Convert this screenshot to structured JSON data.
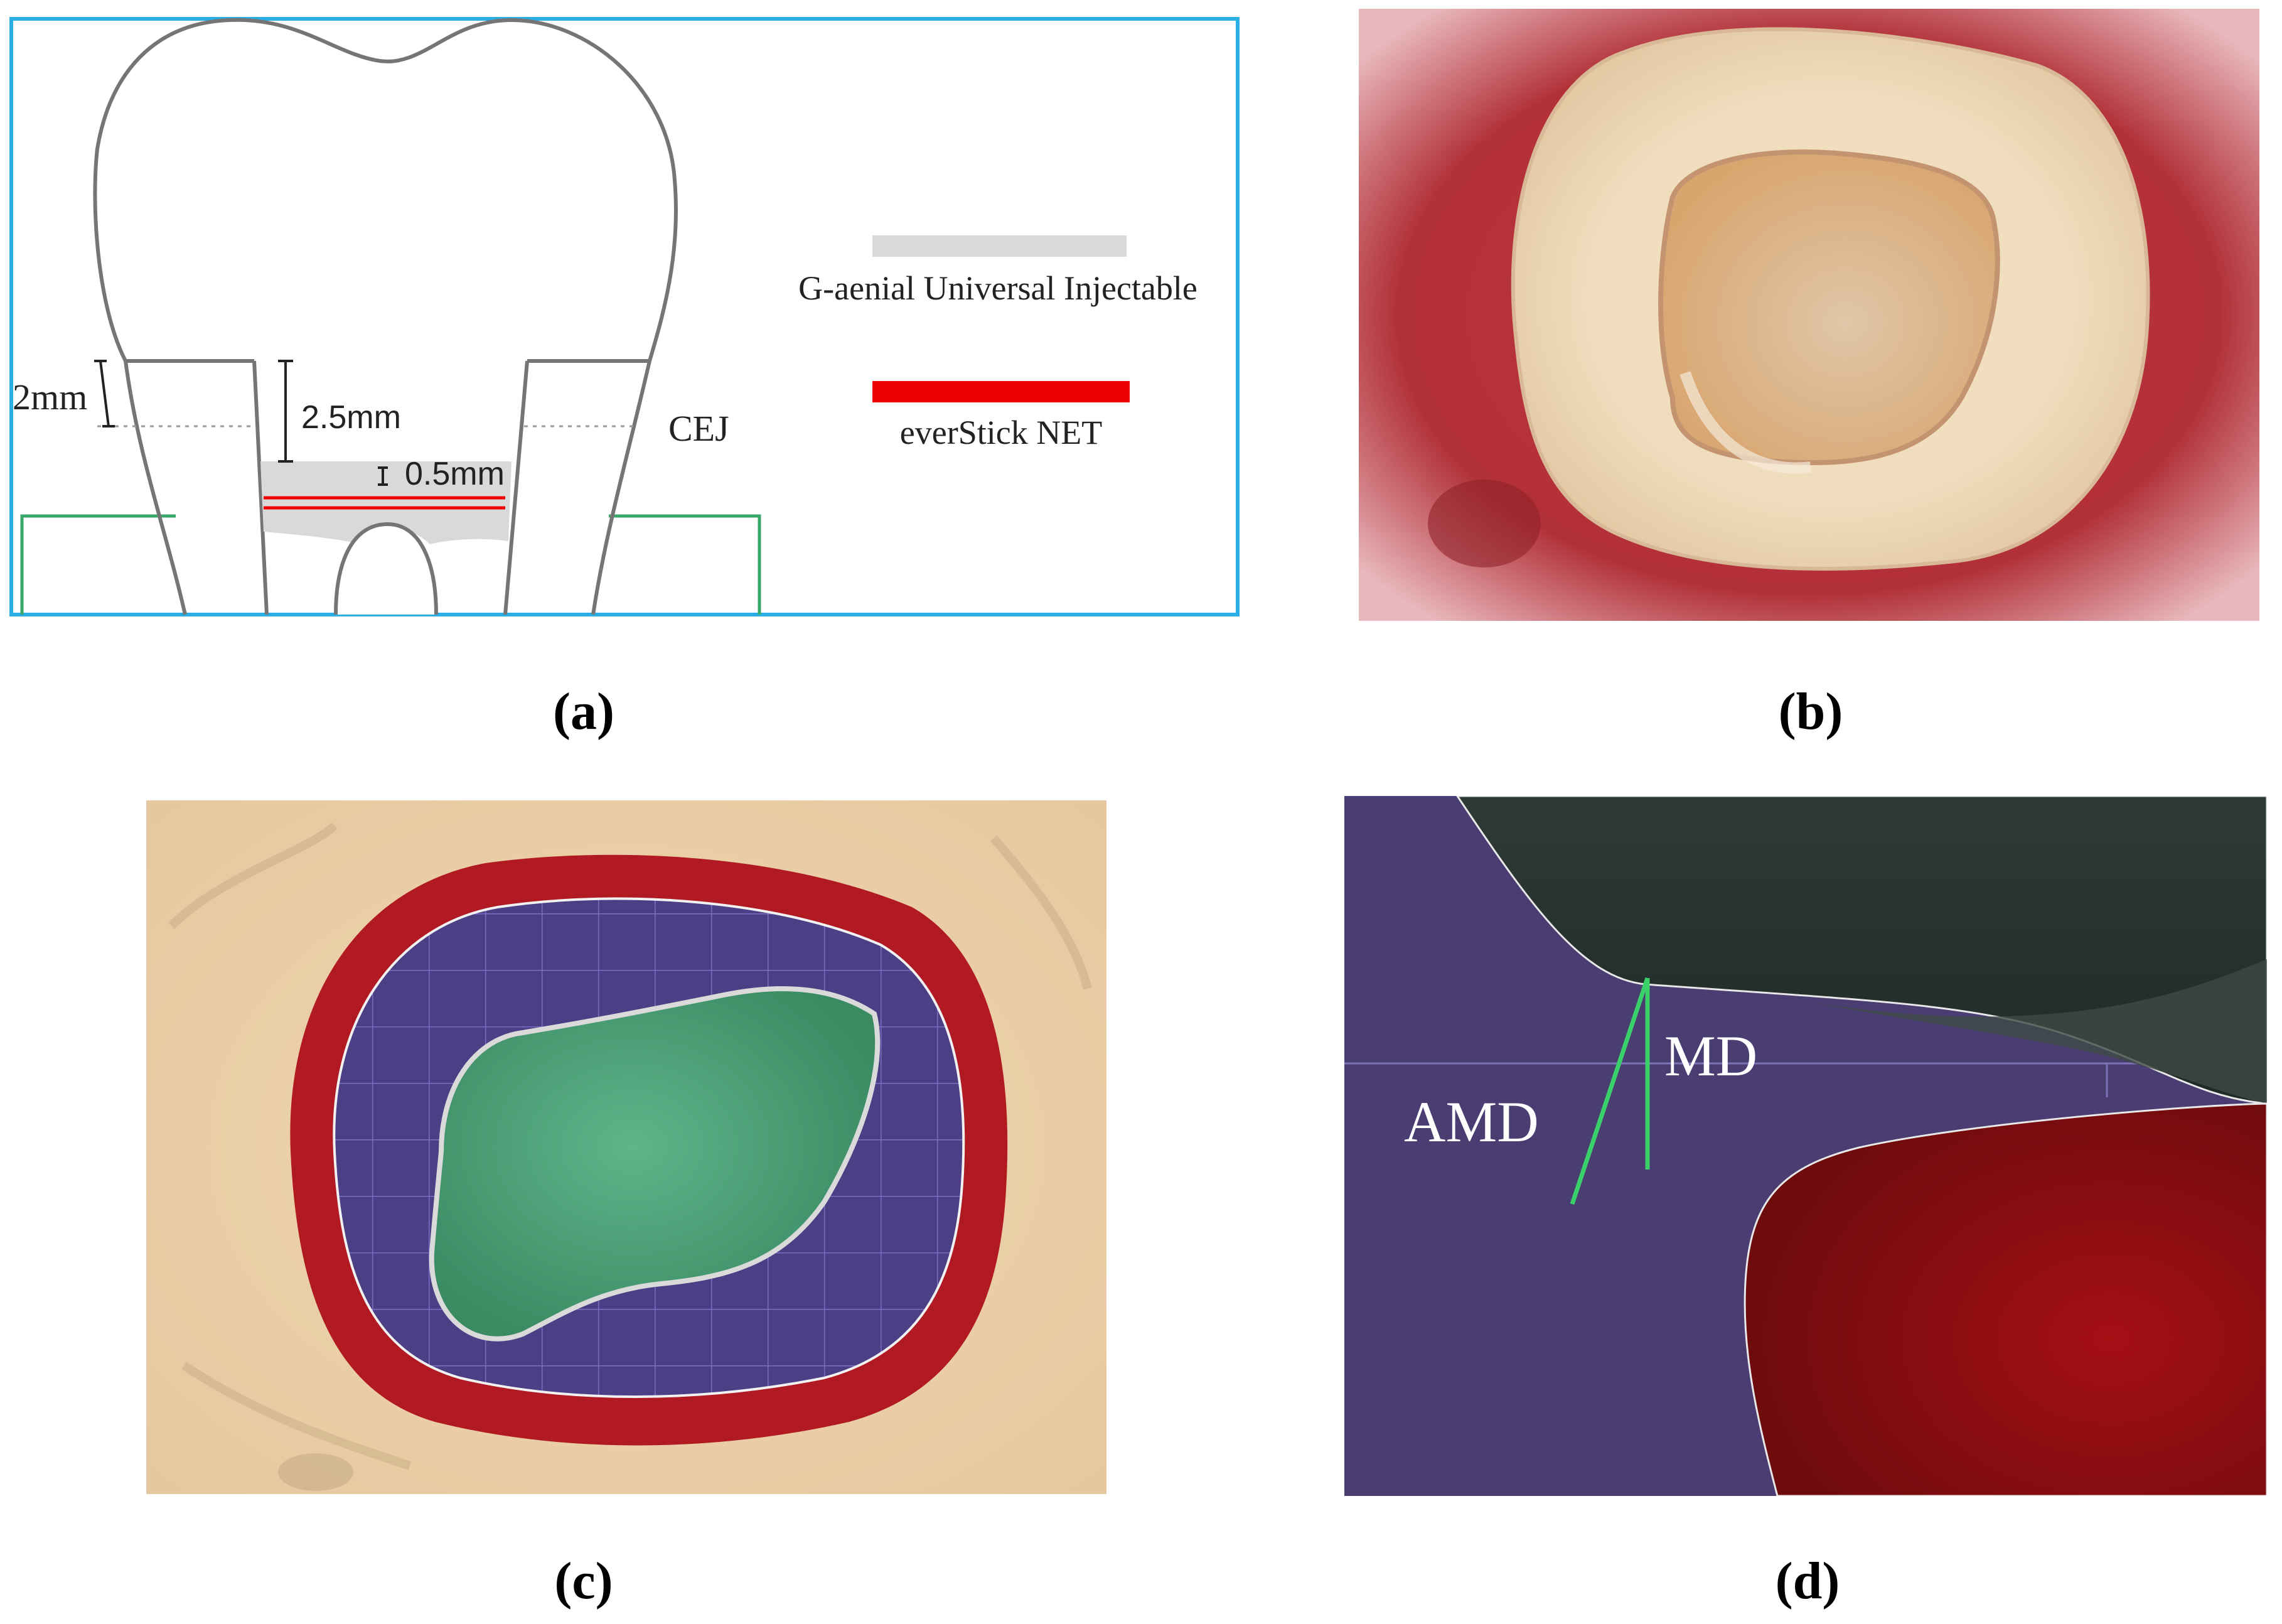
{
  "panel_a": {
    "label_2mm": "2mm",
    "label_2_5mm": "2.5mm",
    "label_0_5mm": "0.5mm",
    "label_cej": "CEJ",
    "legend_gaenial": "G-aenial Universal Injectable",
    "legend_everstick": "everStick NET",
    "caption": "(a)",
    "colors": {
      "frame": "#29aee6",
      "base": "#3aa86b",
      "gaenial": "#d9d9d9",
      "everstick": "#ee0000"
    }
  },
  "panel_b": {
    "caption": "(b)"
  },
  "panel_c": {
    "caption": "(c)"
  },
  "panel_d": {
    "label_amd": "AMD",
    "label_md": "MD",
    "caption": "(d)",
    "colors": {
      "background": "#4a3d72",
      "measure_line": "#3ad06a"
    }
  }
}
